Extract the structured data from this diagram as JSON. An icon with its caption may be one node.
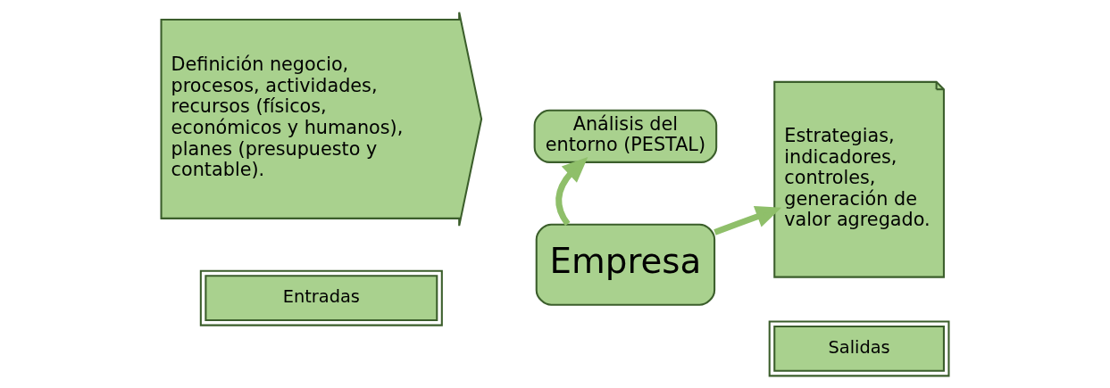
{
  "diagram": {
    "nodes": [
      {
        "text": [
          "Definición negocio, procesos, actividades, recursos (físicos, económicos y humanos), planes (presupuesto y contable)."
        ]
      },
      {
        "text": [
          "Entradas"
        ]
      },
      {
        "text": [
          "Análisis del entorno (PESTAL)"
        ]
      },
      {
        "text": [
          "Empresa"
        ]
      },
      {
        "text": [
          "Estrategias, indicadores, controles, generación de valor agregado."
        ]
      },
      {
        "text": [
          "Salidas"
        ]
      }
    ],
    "edges": [
      {
        "from": 3,
        "to": 2,
        "arrow": "to"
      },
      {
        "from": 3,
        "to": 4,
        "arrow": "to"
      }
    ]
  }
}
